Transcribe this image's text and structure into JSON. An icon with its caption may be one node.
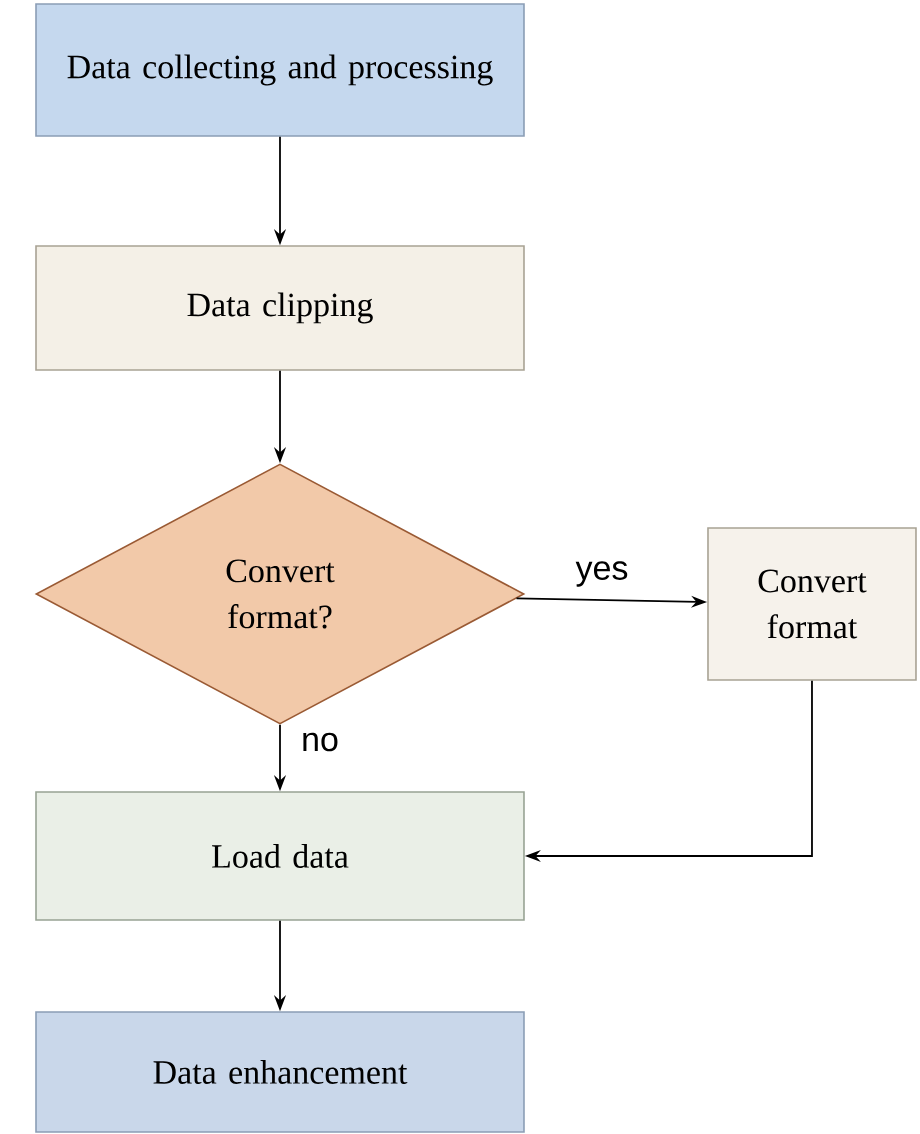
{
  "diagram": {
    "nodes": [
      {
        "text": [
          "Data collecting and processing"
        ]
      },
      {
        "text": [
          "Data clipping"
        ]
      },
      {
        "text": [
          "Convert format?"
        ]
      },
      {
        "text": [
          "Convert format"
        ]
      },
      {
        "text": [
          "Load data"
        ]
      },
      {
        "text": [
          "Data enhancement"
        ]
      }
    ],
    "edges": [
      {
        "from": 0,
        "to": 1,
        "arrow": "to"
      },
      {
        "from": 1,
        "to": 2,
        "arrow": "to"
      },
      {
        "from": 2,
        "to": 3,
        "arrow": "to",
        "label": "yes"
      },
      {
        "from": 2,
        "to": 4,
        "arrow": "to",
        "label": "no"
      },
      {
        "from": 3,
        "to": 4,
        "arrow": "to"
      },
      {
        "from": 4,
        "to": 5,
        "arrow": "to"
      }
    ]
  }
}
